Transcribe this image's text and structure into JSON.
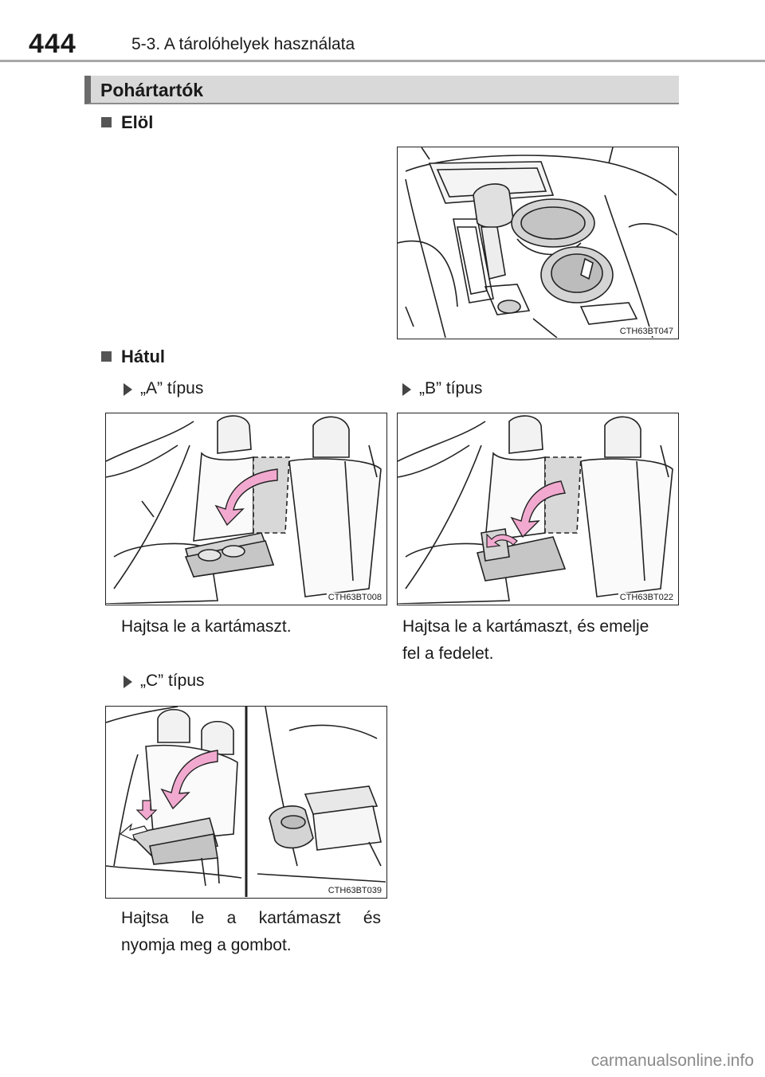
{
  "header": {
    "page_number": "444",
    "chapter": "5-3. A tárolóhelyek használata"
  },
  "section": {
    "title": "Pohártartók"
  },
  "front": {
    "title": "Elöl",
    "figure_code": "CTH63BT047"
  },
  "rear": {
    "title": "Hátul",
    "types": [
      {
        "label": "„A” típus",
        "figure_code": "CTH63BT008",
        "caption": "Hajtsa le a kartámaszt."
      },
      {
        "label": "„B” típus",
        "figure_code": "CTH63BT022",
        "caption_line1": "Hajtsa le a kartámaszt, és emelje",
        "caption_line2": "fel a fedelet."
      },
      {
        "label": "„C” típus",
        "figure_code": "CTH63BT039",
        "caption_line1": "Hajtsa le a kartámaszt és",
        "caption_line2": "nyomja meg a gombot."
      }
    ]
  },
  "colors": {
    "accent_arrow": "#f2a9cf",
    "illustration_fill": "#d4d4d4",
    "section_bar": "#d9d9d9"
  },
  "footer": {
    "watermark": "carmanualsonline.info"
  }
}
